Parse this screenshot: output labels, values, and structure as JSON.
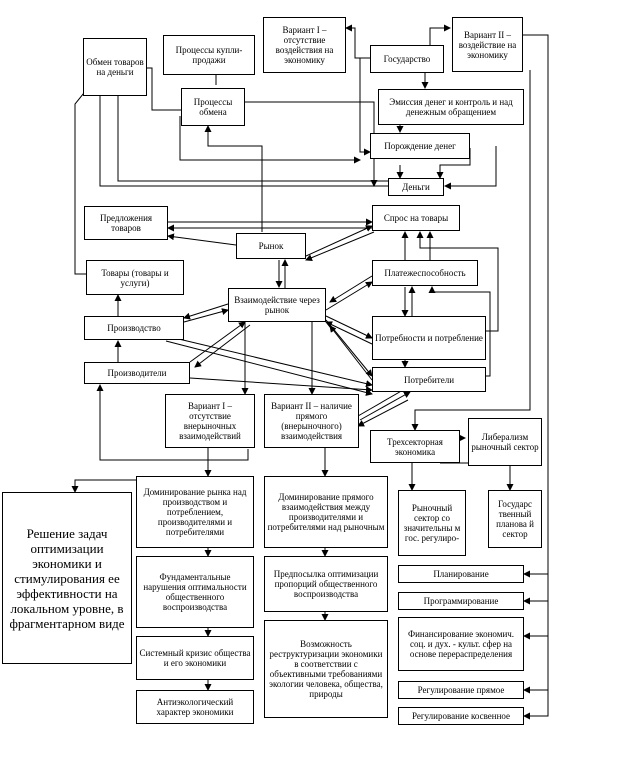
{
  "nodes": {
    "obmen_tovarov": "Обмен товаров на деньги",
    "processy_kupli": "Процессы купли-продажи",
    "variant1_top": "Вариант I – отсутствие воздействия на экономику",
    "gosudarstvo": "Государство",
    "variant2_top": "Вариант II – воздействие на экономику",
    "processy_obmena": "Процессы обмена",
    "emissiya": "Эмиссия денег и контроль и над денежным обращением",
    "porozhdenie": "Порождение денег",
    "dengi": "Деньги",
    "predlozheniya": "Предложения товаров",
    "spros": "Спрос на товары",
    "rynok": "Рынок",
    "tovary": "Товары (товары и услуги)",
    "platezhesposobnost": "Платежеспособность",
    "vzaimodeystvie": "Взаимодействие через рынок",
    "proizvodstvo": "Производство",
    "potrebnosti": "Потребности и потребление",
    "proizvoditeli": "Производители",
    "potrebiteli": "Потребители",
    "variant1_mid": "Вариант I – отсутствие внерыночных взаимодействий",
    "variant2_mid": "Вариант II – наличие прямого (внерыночного) взаимодействия",
    "trekhsektornaya": "Трехсекторная экономика",
    "liberalizm": "Либерализм рыночный сектор",
    "reshenie": "Решение задач оптимизации экономики и стимулирования ее эффективности на локальном уровне, в фрагментарном виде",
    "dominirovanie_rynka": "Доминирование рынка над производством и потреблением, производителями и потребителями",
    "dominirovanie_pryamogo": "Доминирование прямого взаимодействия между производителями и потребителями над рыночным",
    "rynochny_sektor": "Рыночный сектор со значительны м гос. регулиро-",
    "gosudarstvenny_sektor": "Государс твенный планова й сектор",
    "fundamentalnye": "Фундаментальные нарушения оптимальности общественного воспроизводства",
    "predposylka": "Предпосылка оптимизации пропорций общественного воспроизводства",
    "planirovanie": "Планирование",
    "programmirovanie": "Программирование",
    "finansirovanie": "Финансирование экономич. соц. и дух. - культ. сфер на основе перераспределения",
    "sistemny_krizis": "Системный кризис общества и его экономики",
    "vozmozhnost": "Возможность реструктуризации экономики в соответствии с объективными требованиями экологии человека, общества, природы",
    "antiekologicheskiy": "Антиэкологический характер экономики",
    "regulirovanie_pryamoe": "Регулирование прямое",
    "regulirovanie_kosvennoe": "Регулирование косвенное"
  }
}
